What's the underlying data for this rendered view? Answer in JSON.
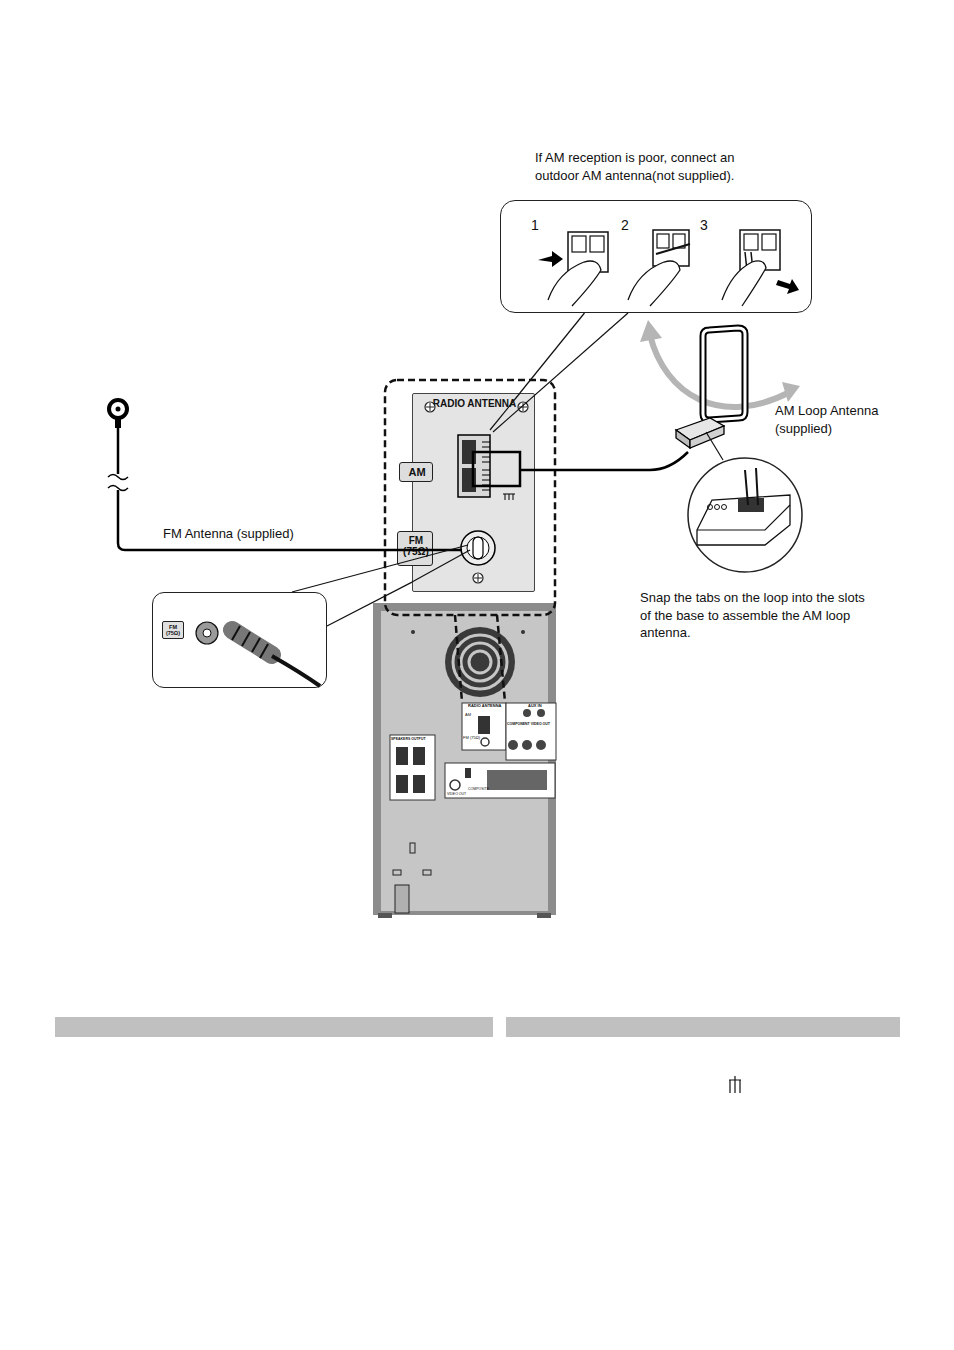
{
  "diagram": {
    "nodes": [
      {
        "text": [
          "RADIO ANTENNA"
        ]
      },
      {
        "text": [
          "AM"
        ],
        "in": 0
      },
      {
        "text": [
          "FM (75Ω)"
        ],
        "in": 0
      },
      {
        "text": [
          "If AM reception is poor, connect an outdoor AM antenna(not supplied).",
          "1",
          "2",
          "3"
        ]
      },
      {
        "text": [
          "FM (75Ω)"
        ]
      },
      {
        "text": [
          "Snap the tabs on the loop into the slots of the base to assemble the AM loop antenna."
        ]
      }
    ],
    "edges": [
      {
        "from": 3,
        "to": 0,
        "arrow": "none"
      },
      {
        "from": 4,
        "to": 0,
        "arrow": "none"
      }
    ],
    "labels": [
      "AM Loop Antenna (supplied)",
      "FM Antenna (supplied)",
      "RADIO ANTENNA",
      "AM",
      "FM (75Ω)",
      "AUX IN",
      "COMPONENT VIDEO OUT",
      "SPEAKERS OUTPUT",
      "VIDEO OUT",
      "COMPOSITE"
    ]
  }
}
